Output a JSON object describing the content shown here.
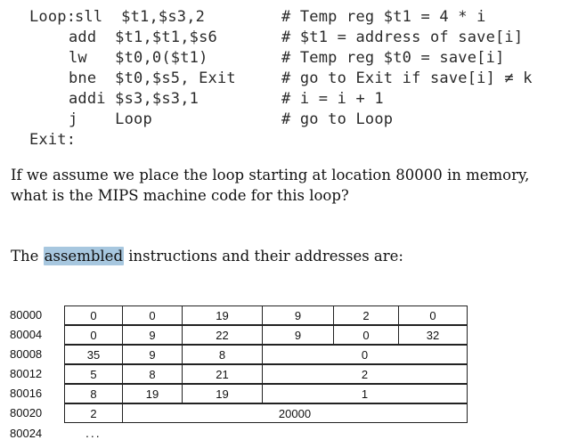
{
  "code": [
    {
      "label": "Loop:",
      "instr": "sll  $t1,$s3,2",
      "comment": "# Temp reg $t1 = 4 * i"
    },
    {
      "label": "",
      "instr": "add  $t1,$t1,$s6",
      "comment": "# $t1 = address of save[i]"
    },
    {
      "label": "",
      "instr": "lw   $t0,0($t1)",
      "comment": "# Temp reg $t0 = save[i]"
    },
    {
      "label": "",
      "instr": "bne  $t0,$s5, Exit",
      "comment": "# go to Exit if save[i] ≠ k"
    },
    {
      "label": "",
      "instr": "addi $s3,$s3,1",
      "comment": "# i = i + 1"
    },
    {
      "label": "",
      "instr": "j    Loop",
      "comment": "# go to Loop"
    },
    {
      "label": "Exit:",
      "instr": "",
      "comment": ""
    }
  ],
  "question": "If we assume we place the loop starting at location 80000 in memory, what is the MIPS machine code for this loop?",
  "answer": {
    "highlighted": "assembled",
    "before": "The ",
    "after": " instructions and their addresses are:"
  },
  "table": {
    "rows": [
      {
        "address": "80000",
        "fields": [
          "0",
          "0",
          "19",
          "9",
          "2",
          "0"
        ]
      },
      {
        "address": "80004",
        "fields": [
          "0",
          "9",
          "22",
          "9",
          "0",
          "32"
        ]
      },
      {
        "address": "80008",
        "fields": [
          "35",
          "9",
          "8",
          "0"
        ]
      },
      {
        "address": "80012",
        "fields": [
          "5",
          "8",
          "21",
          "2"
        ]
      },
      {
        "address": "80016",
        "fields": [
          "8",
          "19",
          "19",
          "1"
        ]
      },
      {
        "address": "80020",
        "fields": [
          "2",
          "20000"
        ]
      },
      {
        "address": "80024",
        "fields": []
      }
    ],
    "ellipsis": "..."
  },
  "colors": {
    "highlight": "#a7c7df"
  }
}
